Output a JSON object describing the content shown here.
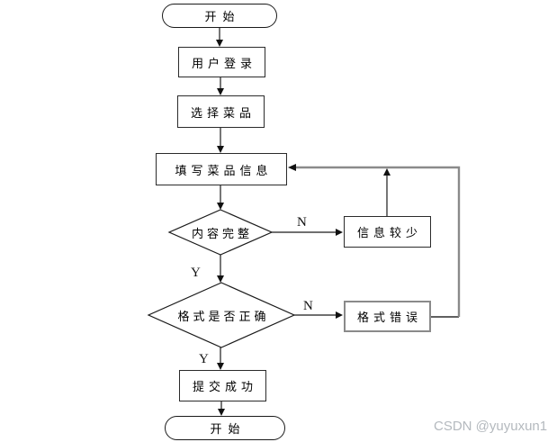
{
  "diagram": {
    "type": "flowchart",
    "nodes": {
      "start_top": {
        "label": "开始",
        "shape": "terminator"
      },
      "user_login": {
        "label": "用户登录",
        "shape": "process"
      },
      "select_dish": {
        "label": "选择菜品",
        "shape": "process"
      },
      "fill_dish_info": {
        "label": "填写菜品信息",
        "shape": "process"
      },
      "content_complete": {
        "label": "内容完整",
        "shape": "decision"
      },
      "info_too_little": {
        "label": "信息较少",
        "shape": "process"
      },
      "format_correct": {
        "label": "格式是否正确",
        "shape": "decision"
      },
      "format_error": {
        "label": "格式错误",
        "shape": "process"
      },
      "submit_success": {
        "label": "提交成功",
        "shape": "process"
      },
      "end_bottom": {
        "label": "开始",
        "shape": "terminator"
      }
    },
    "edge_labels": {
      "content_complete_no": "N",
      "content_complete_yes": "Y",
      "format_correct_no": "N",
      "format_correct_yes": "Y"
    },
    "edges": [
      {
        "from": "start_top",
        "to": "user_login"
      },
      {
        "from": "user_login",
        "to": "select_dish"
      },
      {
        "from": "select_dish",
        "to": "fill_dish_info"
      },
      {
        "from": "fill_dish_info",
        "to": "content_complete"
      },
      {
        "from": "content_complete",
        "to": "info_too_little",
        "label": "N"
      },
      {
        "from": "content_complete",
        "to": "format_correct",
        "label": "Y"
      },
      {
        "from": "format_correct",
        "to": "format_error",
        "label": "N"
      },
      {
        "from": "format_correct",
        "to": "submit_success",
        "label": "Y"
      },
      {
        "from": "info_too_little",
        "to": "fill_dish_info"
      },
      {
        "from": "format_error",
        "to": "fill_dish_info"
      },
      {
        "from": "submit_success",
        "to": "end_bottom"
      }
    ]
  },
  "watermark": "CSDN @yuyuxun1",
  "colors": {
    "background": "#ffffff",
    "line": "#1a1a1a",
    "loop_line": "#8a8a8a",
    "shape_fill": "#ffffff",
    "watermark": "#b4b9be"
  }
}
